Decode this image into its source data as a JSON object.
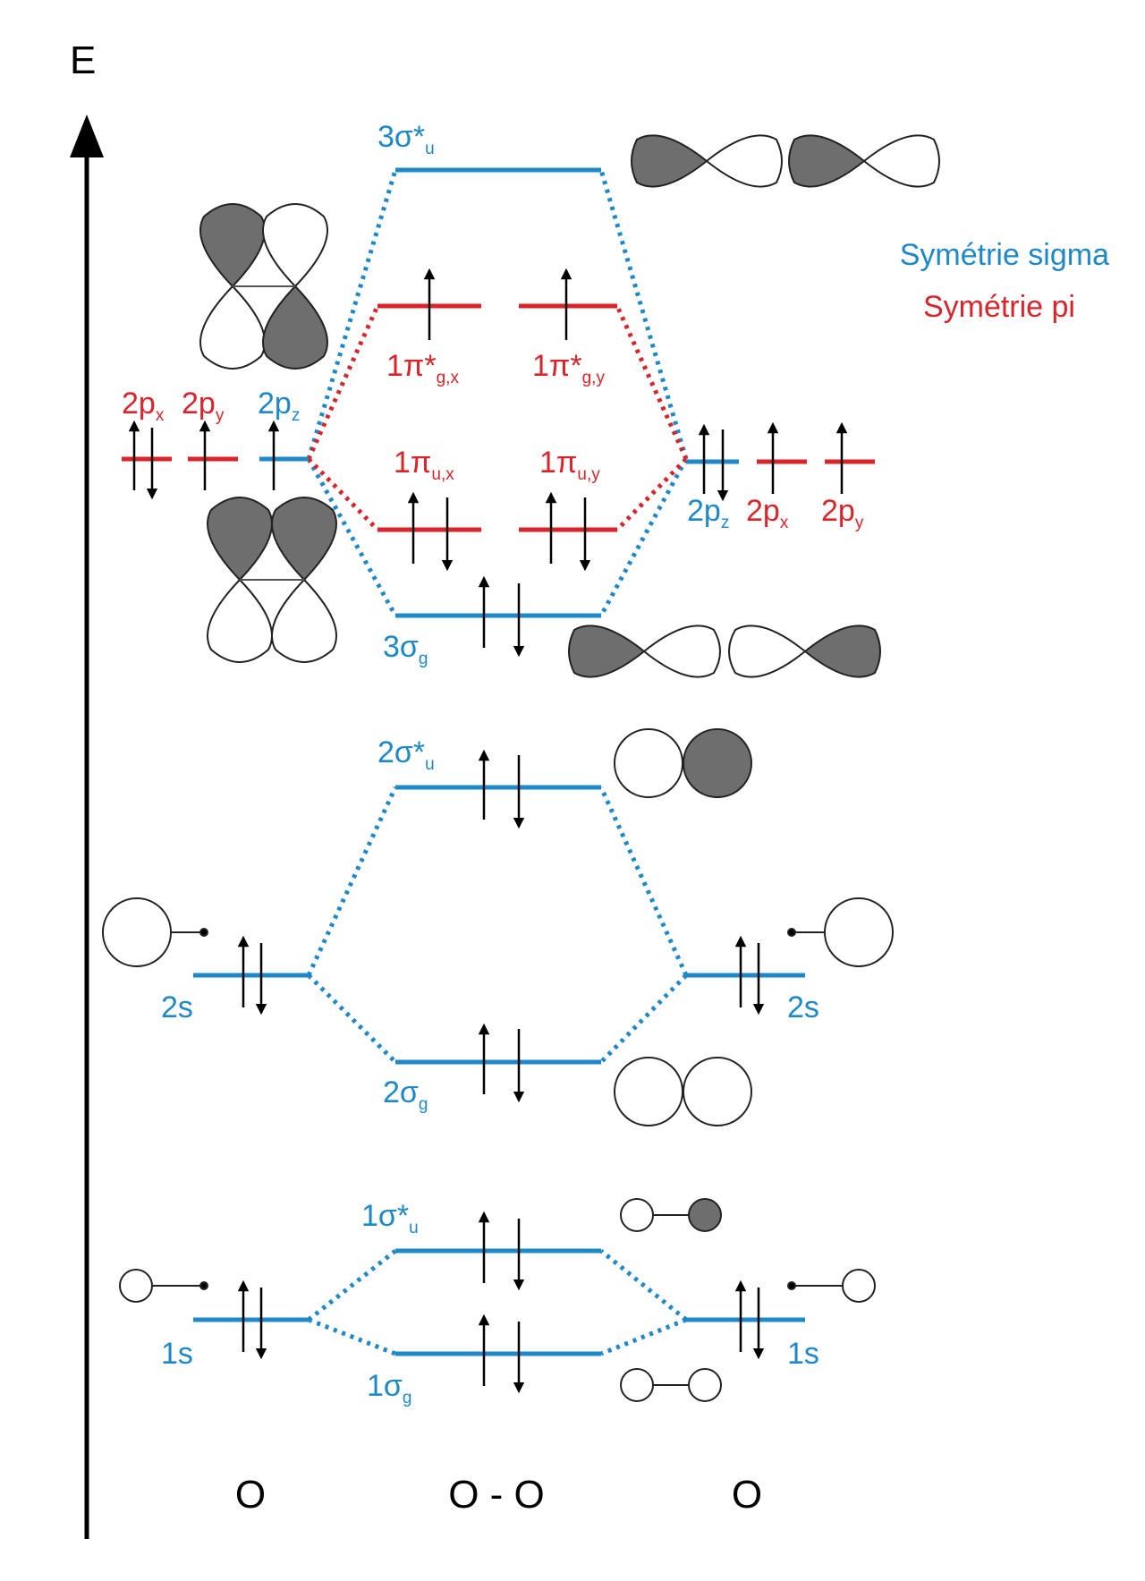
{
  "axis": {
    "label": "E"
  },
  "colors": {
    "sigma": "#1e88c8",
    "pi": "#d9252a",
    "lobe": "#707070",
    "ink": "#000000"
  },
  "legend": {
    "sigma": "Symétrie sigma",
    "pi": "Symétrie pi"
  },
  "atoms": {
    "left": "O",
    "molecule": "O - O",
    "right": "O"
  },
  "atomic_orbitals": {
    "left": {
      "p2x": {
        "base": "2p",
        "sub": "x"
      },
      "p2y": {
        "base": "2p",
        "sub": "y"
      },
      "p2z": {
        "base": "2p",
        "sub": "z"
      },
      "s2": {
        "base": "2s"
      },
      "s1": {
        "base": "1s"
      }
    },
    "right": {
      "p2z": {
        "base": "2p",
        "sub": "z"
      },
      "p2x": {
        "base": "2p",
        "sub": "x"
      },
      "p2y": {
        "base": "2p",
        "sub": "y"
      },
      "s2": {
        "base": "2s"
      },
      "s1": {
        "base": "1s"
      }
    }
  },
  "molecular_orbitals": {
    "s3u": {
      "base": "3σ*",
      "sub": "u"
    },
    "pgx": {
      "base": "1π*",
      "sub": "g,x"
    },
    "pgy": {
      "base": "1π*",
      "sub": "g,y"
    },
    "pux": {
      "base": "1π",
      "sub": "u,x"
    },
    "puy": {
      "base": "1π",
      "sub": "u,y"
    },
    "s3g": {
      "base": "3σ",
      "sub": "g"
    },
    "s2u": {
      "base": "2σ*",
      "sub": "u"
    },
    "s2g": {
      "base": "2σ",
      "sub": "g"
    },
    "s1u": {
      "base": "1σ*",
      "sub": "u"
    },
    "s1g": {
      "base": "1σ",
      "sub": "g"
    }
  }
}
